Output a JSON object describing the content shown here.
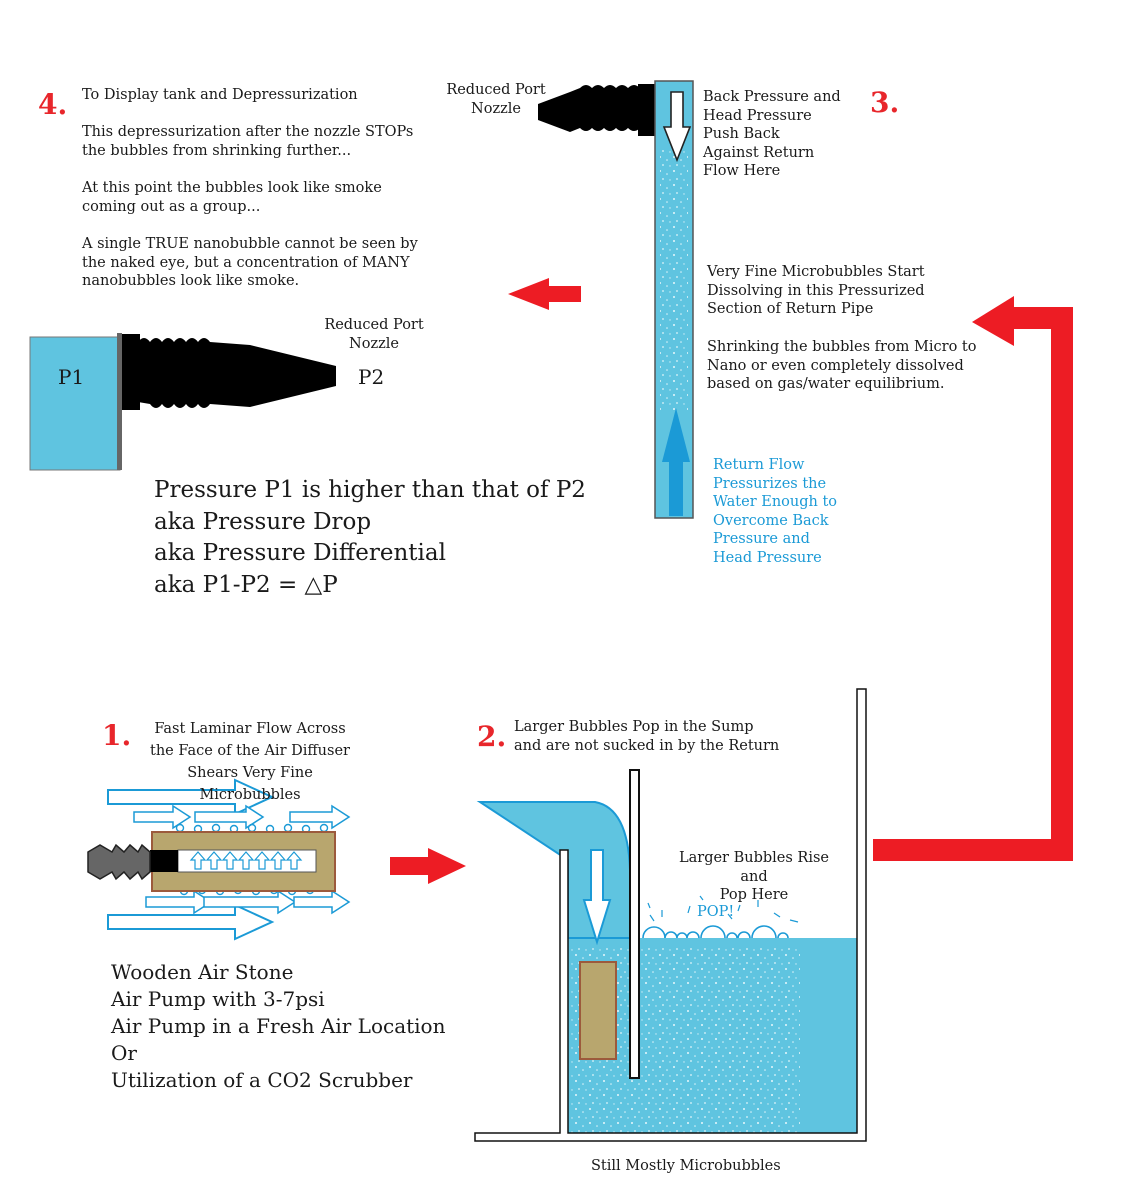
{
  "colors": {
    "water": "#5fc4e0",
    "water_edge": "#1b9ad6",
    "arrow_red": "#ed1c24",
    "wood": "#b8a66e",
    "wood_edge": "#9c5a3c",
    "nozzle": "#000000",
    "fitting_gray": "#666666",
    "text_red": "#e8262b"
  },
  "icons": {
    "flow_arrow": "red-right-arrow",
    "return_arrow": "blue-up-arrow",
    "down_arrow": "hollow-down-arrow"
  },
  "step4": {
    "number": "4.",
    "title": "To Display tank and Depressurization",
    "p1": "This depressurization after the nozzle STOPs\nthe bubbles from shrinking further...",
    "p2": "At this point the bubbles look like smoke\ncoming out as a group...",
    "p3": "A single TRUE nanobubble cannot be seen by\nthe naked eye, but a concentration of MANY\nnanobubbles look like smoke.",
    "nozzle_label": "Reduced Port\nNozzle",
    "p1_label": "P1",
    "p2_label": "P2",
    "pressure_text": "Pressure P1 is higher than that of P2\naka Pressure Drop\naka Pressure Differential\naka P1-P2 = △P"
  },
  "step3": {
    "number": "3.",
    "nozzle_label": "Reduced Port\nNozzle",
    "back_pressure": "Back Pressure and\nHead Pressure\nPush Back\nAgainst Return\nFlow Here",
    "dissolving": "Very Fine Microbubbles Start\nDissolving in this Pressurized\nSection of Return Pipe",
    "shrinking": "Shrinking the bubbles from Micro to\nNano or even completely dissolved\nbased on gas/water equilibrium.",
    "return_flow": "Return Flow\nPressurizes the\nWater Enough to\nOvercome Back\nPressure and\nHead Pressure"
  },
  "step1": {
    "number": "1.",
    "caption": "Fast Laminar Flow Across\nthe Face of the Air Diffuser\nShears Very Fine Microbubbles",
    "notes": "Wooden Air Stone\nAir Pump with 3-7psi\nAir Pump in a Fresh Air Location\nOr\nUtilization of a CO2  Scrubber"
  },
  "step2": {
    "number": "2.",
    "caption": "Larger Bubbles Pop in the Sump\nand are not sucked in by the Return",
    "rise_label": "Larger Bubbles Rise and\nPop Here",
    "pop": "POP!",
    "footer": "Still Mostly Microbubbles"
  }
}
